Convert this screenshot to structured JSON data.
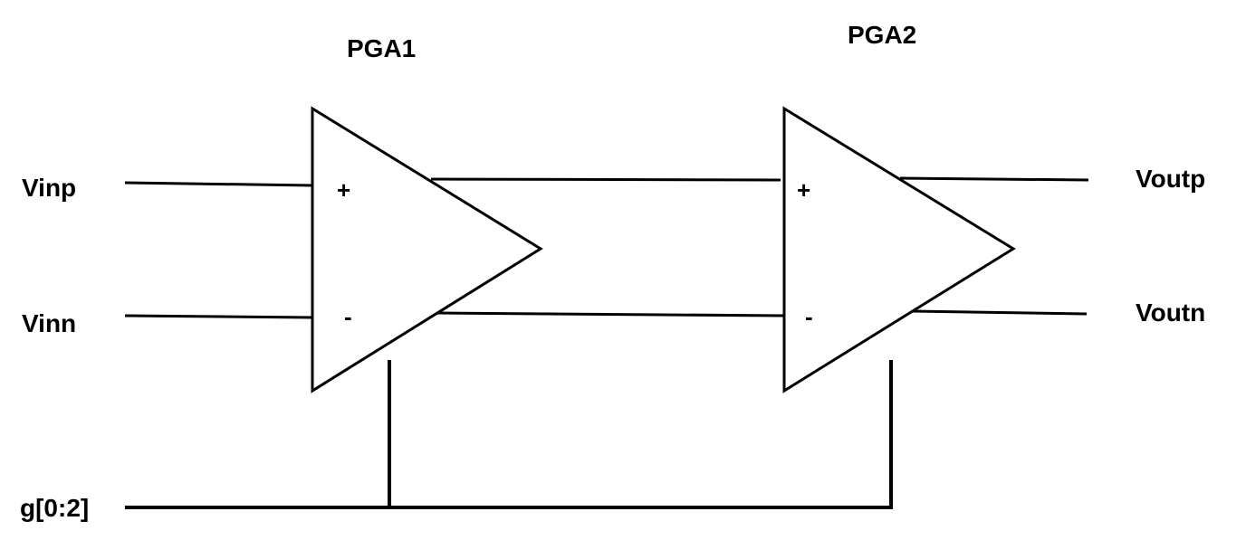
{
  "amplifiers": [
    {
      "name": "PGA1",
      "plus": "+",
      "minus": "-"
    },
    {
      "name": "PGA2",
      "plus": "+",
      "minus": "-"
    }
  ],
  "inputs": {
    "positive": "Vinp",
    "negative": "Vinn"
  },
  "outputs": {
    "positive": "Voutp",
    "negative": "Voutn"
  },
  "control": {
    "gain_bus": "g[0:2]"
  }
}
